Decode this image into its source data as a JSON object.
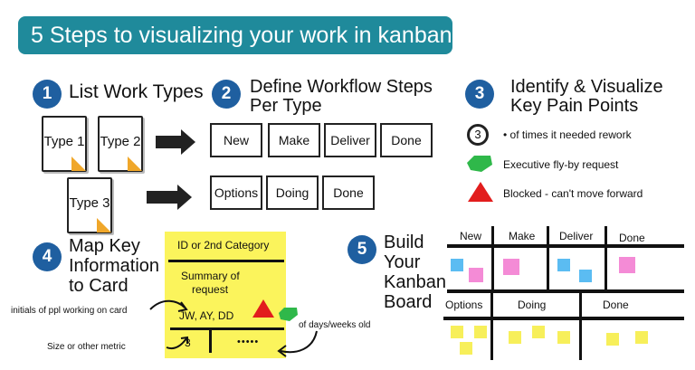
{
  "banner": {
    "title": "5 Steps to visualizing your work in kanban",
    "color": "#1f8a9b"
  },
  "steps": [
    {
      "number": "1",
      "title": "List Work Types"
    },
    {
      "number": "2",
      "title_line1": "Define Workflow Steps",
      "title_line2": "Per Type"
    },
    {
      "number": "3",
      "title_line1": "Identify & Visualize",
      "title_line2": "Key Pain Points"
    },
    {
      "number": "4",
      "title_line1": "Map Key",
      "title_line2": "Information",
      "title_line3": "to Card"
    },
    {
      "number": "5",
      "title_line1": "Build",
      "title_line2": "Your",
      "title_line3": "Kanban",
      "title_line4": "Board"
    }
  ],
  "work_types": [
    "Type 1",
    "Type 2",
    "Type 3"
  ],
  "workflow_row1": [
    "New",
    "Make",
    "Deliver",
    "Done"
  ],
  "workflow_row2": [
    "Options",
    "Doing",
    "Done"
  ],
  "pain_points": {
    "rework_count": "3",
    "rework_label": "• of times it needed rework",
    "flyby_label": "Executive fly-by request",
    "blocked_label": "Blocked - can't move forward"
  },
  "card": {
    "category": "ID or 2nd Category",
    "summary_line1": "Summary of",
    "summary_line2": "request",
    "initials": "JW, AY, DD",
    "size": "3",
    "dots": "•••••",
    "label_initials": "initials of ppl working on card",
    "label_size": "Size or other metric",
    "label_age": "of days/weeks old"
  },
  "board": {
    "top_columns": [
      "New",
      "Make",
      "Deliver",
      "Done"
    ],
    "bottom_columns": [
      "Options",
      "Doing",
      "Done"
    ]
  },
  "colors": {
    "circle": "#1f5fa0",
    "sticky": "#fbf45c",
    "fold": "#f0a72a",
    "flyby": "#2fb84a",
    "blocked": "#e21d1d",
    "note_pink": "#f48bd6",
    "note_blue": "#5bbcf2",
    "note_yellow": "#f7ef5a"
  }
}
